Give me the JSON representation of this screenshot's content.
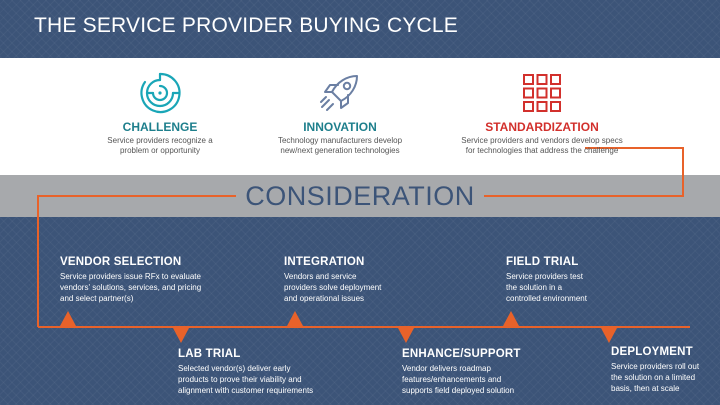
{
  "title": "THE SERVICE PROVIDER BUYING CYCLE",
  "consideration_label": "CONSIDERATION",
  "colors": {
    "background": "#3c5478",
    "accent_orange": "#e8622a",
    "challenge": "#1e7f8c",
    "innovation": "#1e7f8c",
    "standardization": "#d2302c",
    "icon_teal": "#1aa6b7",
    "icon_blue": "#6b7fa3"
  },
  "phases": [
    {
      "icon": "maze-icon",
      "title": "CHALLENGE",
      "desc": [
        "Service providers recognize a",
        "problem or opportunity"
      ]
    },
    {
      "icon": "rocket-icon",
      "title": "INNOVATION",
      "desc": [
        "Technology manufacturers develop",
        "new/next generation technologies"
      ]
    },
    {
      "icon": "grid-icon",
      "title": "STANDARDIZATION",
      "desc": [
        "Service providers and vendors develop specs",
        "for technologies that address the challenge"
      ]
    }
  ],
  "stages": [
    {
      "title": "VENDOR SELECTION",
      "desc": [
        "Service providers issue RFx to evaluate",
        "vendors' solutions, services, and pricing",
        "and select partner(s)"
      ]
    },
    {
      "title": "LAB TRIAL",
      "desc": [
        "Selected vendor(s) deliver early",
        "products to prove their viability and",
        "alignment with customer requirements"
      ]
    },
    {
      "title": "INTEGRATION",
      "desc": [
        "Vendors and service",
        "providers solve deployment",
        "and operational issues"
      ]
    },
    {
      "title": "ENHANCE/SUPPORT",
      "desc": [
        "Vendor delivers roadmap",
        "features/enhancements and",
        "supports field deployed solution"
      ]
    },
    {
      "title": "FIELD TRIAL",
      "desc": [
        "Service providers test",
        "the solution in a",
        "controlled environment"
      ]
    },
    {
      "title": "DEPLOYMENT",
      "desc": [
        "Service providers roll out",
        "the solution on a limited",
        "basis, then at scale"
      ]
    }
  ]
}
